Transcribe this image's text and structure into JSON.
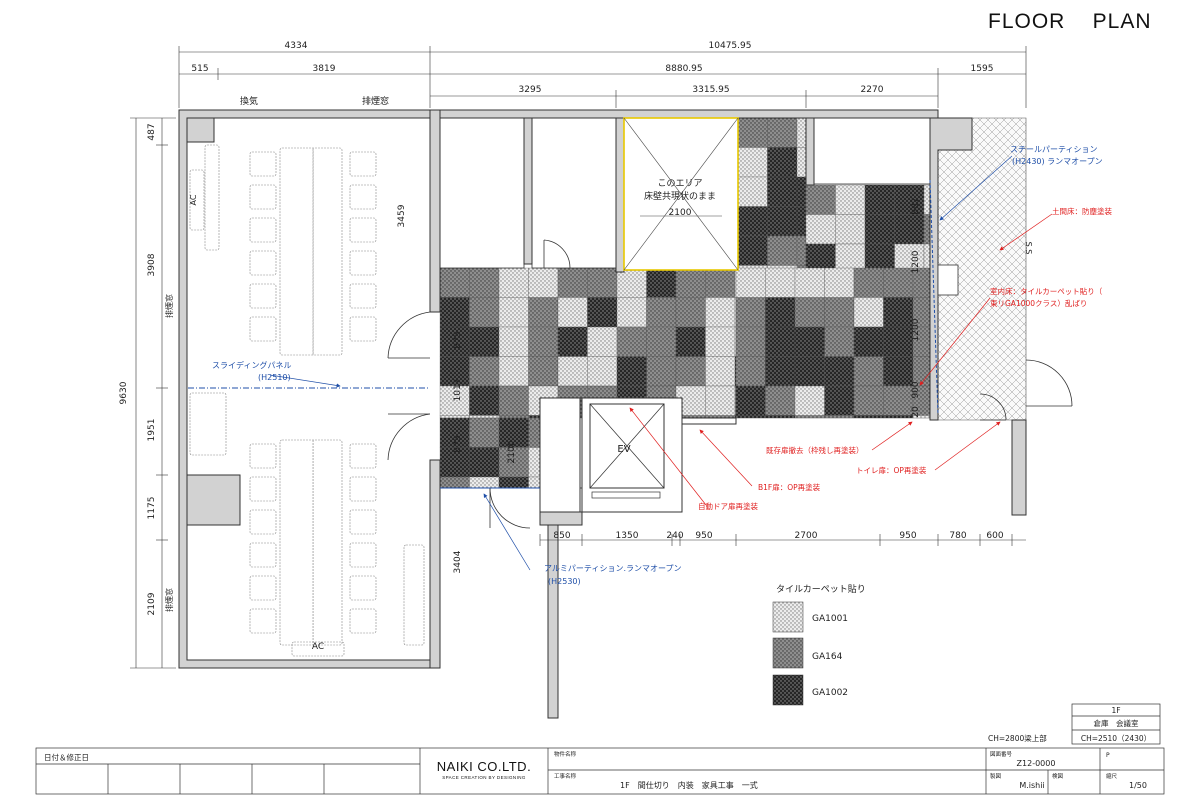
{
  "title": "FLOOR    PLAN",
  "dimensions": {
    "top_total": "10475.95",
    "top_left": "4334",
    "top_515": "515",
    "top_3819": "3819",
    "top_8880": "8880.95",
    "top_1595": "1595",
    "top_3295": "3295",
    "top_3315": "3315.95",
    "top_2270": "2270",
    "left_total": "9630",
    "left_487": "487",
    "left_3908": "3908",
    "left_1951": "1951",
    "left_1175": "1175",
    "left_2109": "2109",
    "v_3459": "3459",
    "v_3404": "3404",
    "v_875a": "875",
    "v_1017": "1017",
    "v_875b": "875",
    "v_2100": "2100",
    "v_887": "887",
    "v_1200a": "1200",
    "v_1200b": "1200",
    "v_900": "900",
    "v_20": "20",
    "b_850": "850",
    "b_1350": "1350",
    "b_240": "240",
    "b_950a": "950",
    "b_2700": "2700",
    "b_950b": "950",
    "b_780": "780",
    "b_600": "600"
  },
  "rooms": {
    "ventilation": "換気",
    "smoke_window_top": "排煙窓",
    "smoke_window_left1": "排煙窓",
    "smoke_window_left2": "排煙窓",
    "ac_top": "AC",
    "ac_bottom": "AC",
    "area_note_1": "このエリア",
    "area_note_2": "床壁共現状のまま",
    "area_dim": "2100",
    "ev": "EV",
    "ss": "S.S"
  },
  "annotations_blue": {
    "steel_partition_1": "スチールパーティション",
    "steel_partition_2": "(H2430) ランマオープン",
    "sliding_panel_1": "スライディングパネル",
    "sliding_panel_2": "(H2510)",
    "alumi_partition_1": "アルミパーティション.ランマオープン",
    "alumi_partition_2": "(H2530)"
  },
  "annotations_red": {
    "doma_floor": "土間床：防塵塗装",
    "tile_carpet_1": "室内床：タイルカーペット貼り（",
    "tile_carpet_2": "東リGA1000クラス）乱ばり",
    "existing_door": "既存扉撤去（枠残し再塗装）",
    "toilet_door": "トイレ扉：OP再塗装",
    "b1f_door": "B1F扉：OP再塗装",
    "auto_door": "自動ドア扉再塗装"
  },
  "legend": {
    "title": "タイルカーペット貼り",
    "items": [
      "GA1001",
      "GA164",
      "GA1002"
    ]
  },
  "title_block": {
    "floor": "1F",
    "room": "倉庫　会議室",
    "ceiling_label": "CH=2800梁上部",
    "ceiling_value": "CH=2510（2430）",
    "revision_label": "日付＆修正日",
    "company": "NAIKI CO.LTD.",
    "company_sub": "SPACE CREATION BY DESIGNING",
    "project_label": "物件名称",
    "work_label": "工事名称",
    "work_name": "1F　間仕切り　内装　家具工事　一式",
    "drawing_no_label": "図面番号",
    "drawing_no": "Z12-0000",
    "page_label": "P",
    "drafter_label": "製図",
    "drafter": "M.ishii",
    "check_label": "検図",
    "scale_label": "縮尺",
    "scale": "1/50"
  },
  "colors": {
    "tile_light": "#d6d6d6",
    "tile_mid": "#8f8f8f",
    "tile_dark": "#2a2a2a",
    "blue": "#1f4fa8",
    "red": "#e02020",
    "wall": "#cfcfcf",
    "highlight": "#e8c800"
  }
}
